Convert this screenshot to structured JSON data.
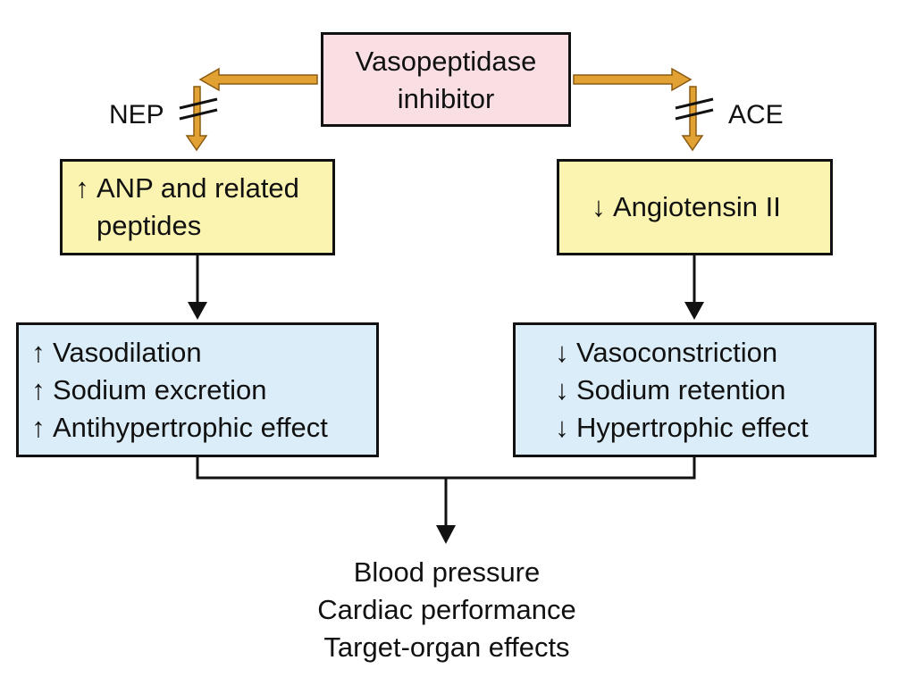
{
  "center": {
    "line1": "Vasopeptidase",
    "line2": "inhibitor"
  },
  "left": {
    "enzyme_label": "NEP",
    "mid_box": {
      "arrow": "↑",
      "line1": "ANP and related",
      "line2": "peptides"
    },
    "effects": [
      {
        "arrow": "↑",
        "text": "Vasodilation"
      },
      {
        "arrow": "↑",
        "text": "Sodium excretion"
      },
      {
        "arrow": "↑",
        "text": "Antihypertrophic effect"
      }
    ]
  },
  "right": {
    "enzyme_label": "ACE",
    "mid_box": {
      "arrow": "↓",
      "line1": "Angiotensin II"
    },
    "effects": [
      {
        "arrow": "↓",
        "text": "Vasoconstriction"
      },
      {
        "arrow": "↓",
        "text": "Sodium retention"
      },
      {
        "arrow": "↓",
        "text": "Hypertrophic effect"
      }
    ]
  },
  "outcome": [
    "Blood pressure",
    "Cardiac performance",
    "Target-organ effects"
  ],
  "colors": {
    "inhibitor_box": "#f9dfe3",
    "mid_box": "#fbf3b0",
    "effect_box": "#dbedf8",
    "orange_arrow": "#e2a233",
    "orange_outline": "#8a5a12"
  }
}
